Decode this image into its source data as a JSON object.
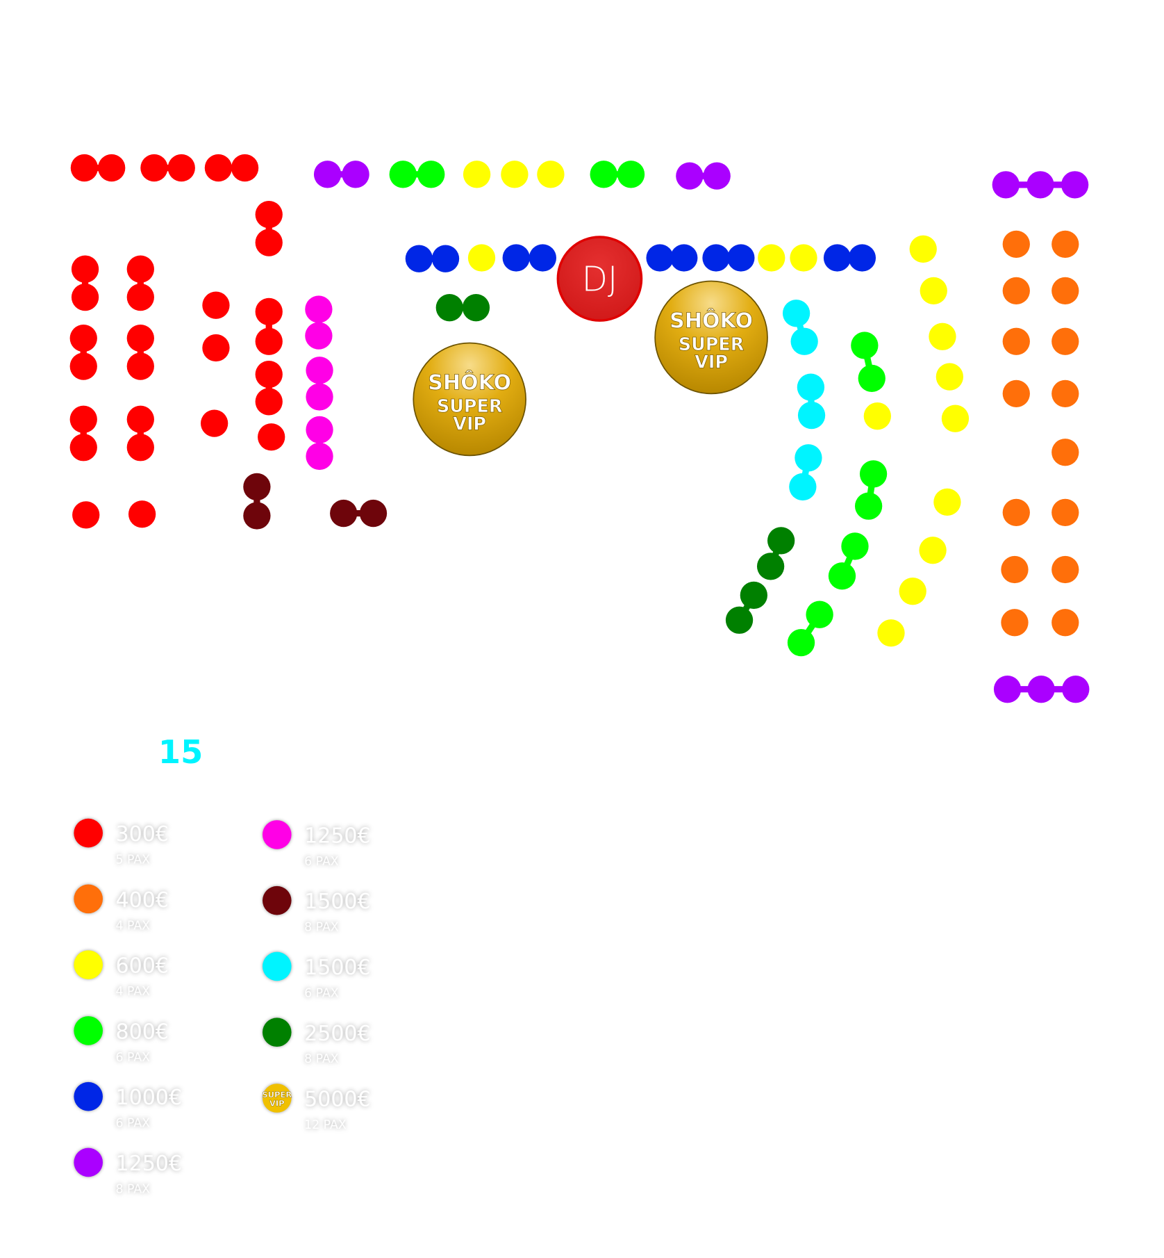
{
  "floor_number": "15",
  "stage": {
    "label": "DJ"
  },
  "vip_badge": {
    "brand": "SHÔKO",
    "line1": "SUPER",
    "line2": "VIP"
  },
  "tiers": {
    "red": {
      "color": "#ff0000",
      "price": "300€",
      "pax": "5 PAX"
    },
    "orange": {
      "color": "#ff6f0a",
      "price": "400€",
      "pax": "4 PAX"
    },
    "yellow": {
      "color": "#ffff00",
      "price": "600€",
      "pax": "4 PAX"
    },
    "green": {
      "color": "#00ff00",
      "price": "800€",
      "pax": "6 PAX"
    },
    "blue": {
      "color": "#0026e6",
      "price": "1000€",
      "pax": "6 PAX"
    },
    "purple": {
      "color": "#aa00ff",
      "price": "1250€",
      "pax": "8 PAX"
    },
    "magenta": {
      "color": "#ff00e6",
      "price": "1250€",
      "pax": "6 PAX"
    },
    "maroon": {
      "color": "#6e050b",
      "price": "1500€",
      "pax": "8 PAX"
    },
    "cyan": {
      "color": "#00f4ff",
      "price": "1500€",
      "pax": "6 PAX"
    },
    "darkgreen": {
      "color": "#008000",
      "price": "2500€",
      "pax": "8 PAX"
    },
    "vip": {
      "color": "#f0c000",
      "price": "5000€",
      "pax": "12 PAX",
      "icon_text1": "SUPER",
      "icon_text2": "VIP"
    }
  },
  "legend_left": [
    "red",
    "orange",
    "yellow",
    "green",
    "blue",
    "purple"
  ],
  "legend_right": [
    "magenta",
    "maroon",
    "cyan",
    "darkgreen",
    "vip"
  ]
}
